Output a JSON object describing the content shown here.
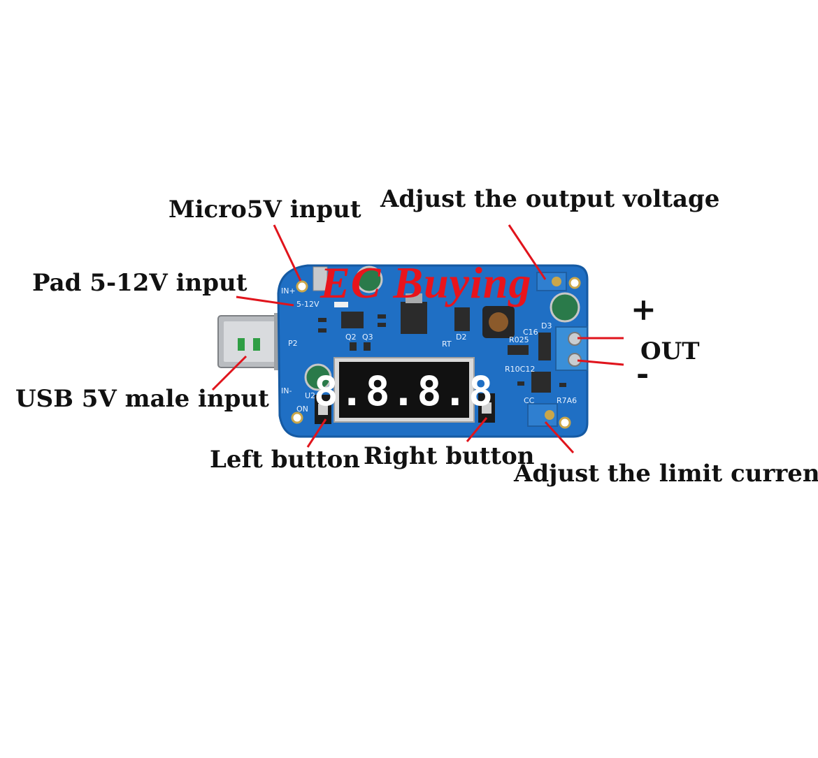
{
  "labels": {
    "micro_input": "Micro5V input",
    "adjust_voltage": "Adjust the output voltage",
    "pad_input": "Pad 5-12V input",
    "usb_input": "USB 5V male input",
    "left_button": "Left button",
    "right_button": "Right button",
    "adjust_current": "Adjust the limit current",
    "out": "OUT",
    "plus": "+",
    "minus": "-"
  },
  "watermark": "EC Buying",
  "display": {
    "digits": "8.8.8.8"
  },
  "silkscreen": {
    "in_plus": "IN+",
    "in_minus": "IN-",
    "range": "5-12V",
    "on": "ON",
    "cc": "CC",
    "p2": "P2",
    "u2": "U2",
    "d2": "D2",
    "rt": "RT",
    "r025": "R025",
    "r10c12": "R10C12",
    "q2": "Q2",
    "q3": "Q3",
    "c16": "C16",
    "r7a6": "R7A6",
    "d3": "D3"
  },
  "colors": {
    "board": "#1f6fc4",
    "board_dark": "#155aa3",
    "arrow": "#e0141c",
    "led": "#ffffff",
    "display_bg": "#111111"
  }
}
